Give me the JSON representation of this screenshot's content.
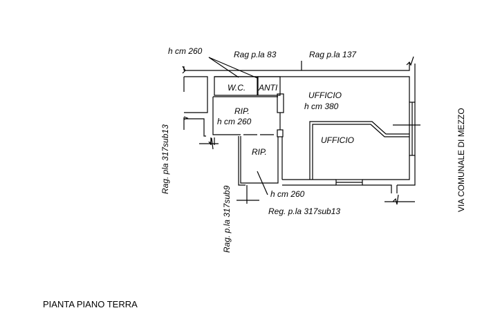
{
  "title": "PIANTA PIANO TERRA",
  "labels": {
    "height_wc": "h cm 260",
    "rag_83": "Rag p.la 83",
    "rag_137": "Rag p.la 137",
    "wc": "W.C.",
    "anti": "ANTI",
    "ufficio_main": "UFFICIO",
    "height_ufficio": "h cm 380",
    "rip_top": "RIP.",
    "height_rip_top": "h cm 260",
    "ufficio_inner": "UFFICIO",
    "rip_bottom": "RIP.",
    "height_rip_bottom": "h cm 260",
    "reg_bottom": "Reg. p.la 317sub13",
    "rag_left": "Rag. pla 317sub13",
    "rag_sub9": "Rag. p.la 317sub9",
    "street": "VIA COMUNALE DI MEZZO"
  }
}
